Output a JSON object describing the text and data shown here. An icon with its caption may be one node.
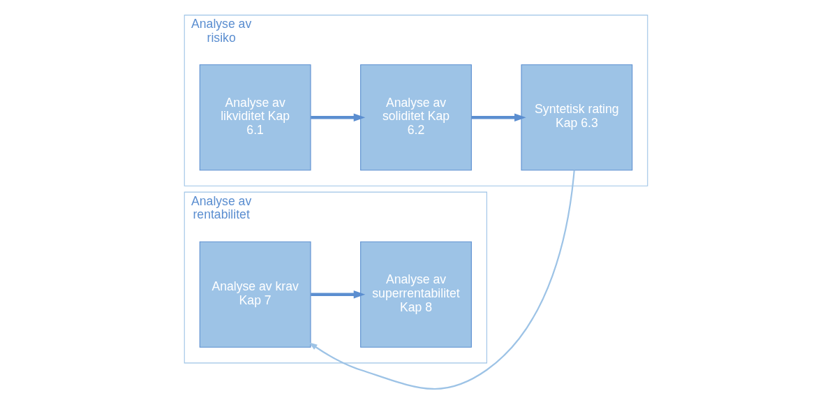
{
  "diagram": {
    "nodes": [
      {
        "text": [
          "Analyse av risiko"
        ]
      },
      {
        "text": [
          "Analyse av likviditet Kap 6.1"
        ],
        "in": 0
      },
      {
        "text": [
          "Analyse av soliditet Kap 6.2"
        ],
        "in": 0
      },
      {
        "text": [
          "Syntetisk rating Kap 6.3"
        ],
        "in": 0
      },
      {
        "text": [
          "Analyse av rentabilitet"
        ]
      },
      {
        "text": [
          "Analyse av krav Kap 7"
        ],
        "in": 4
      },
      {
        "text": [
          "Analyse av superrentabilitet Kap 8"
        ],
        "in": 4
      }
    ],
    "edges": [
      {
        "from": 1,
        "to": 2,
        "arrow": "to"
      },
      {
        "from": 2,
        "to": 3,
        "arrow": "to"
      },
      {
        "from": 3,
        "to": 5,
        "arrow": "to",
        "color": "#9dc3e6"
      },
      {
        "from": 5,
        "to": 6,
        "arrow": "to"
      }
    ]
  }
}
